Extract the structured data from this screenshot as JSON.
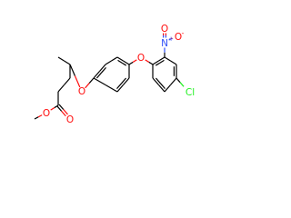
{
  "molecule": {
    "atoms": [
      {
        "id": 0,
        "label": "",
        "color": "#000000"
      },
      {
        "id": 1,
        "label": "",
        "color": "#000000"
      },
      {
        "id": 2,
        "label": "",
        "color": "#000000"
      },
      {
        "id": 3,
        "label": "",
        "color": "#000000"
      },
      {
        "id": 4,
        "label": "",
        "color": "#000000"
      },
      {
        "id": 5,
        "label": "",
        "color": "#000000"
      },
      {
        "id": 6,
        "label": "O",
        "color": "#ff0d0d"
      },
      {
        "id": 7,
        "label": "",
        "color": "#000000"
      },
      {
        "id": 8,
        "label": "",
        "color": "#000000"
      },
      {
        "id": 9,
        "label": "",
        "color": "#000000"
      },
      {
        "id": 10,
        "label": "",
        "color": "#000000"
      },
      {
        "id": 11,
        "label": "",
        "color": "#000000"
      },
      {
        "id": 12,
        "label": "",
        "color": "#000000"
      },
      {
        "id": 13,
        "label": "O",
        "color": "#ff0d0d"
      },
      {
        "id": 14,
        "label": "",
        "color": "#000000"
      },
      {
        "id": 15,
        "label": "",
        "color": "#000000"
      },
      {
        "id": 16,
        "label": "",
        "color": "#000000"
      },
      {
        "id": 17,
        "label": "",
        "color": "#000000"
      },
      {
        "id": 18,
        "label": "",
        "color": "#000000"
      },
      {
        "id": 19,
        "label": "",
        "color": "#000000"
      },
      {
        "id": 20,
        "label": "Cl",
        "color": "#1ff01f"
      },
      {
        "id": 21,
        "label": "N",
        "color": "#3050f8"
      },
      {
        "id": 22,
        "label": "O",
        "color": "#ff0d0d"
      },
      {
        "id": 23,
        "label": "O",
        "color": "#ff0d0d"
      },
      {
        "id": 24,
        "label": "O",
        "color": "#ff0d0d"
      },
      {
        "id": 25,
        "label": "O",
        "color": "#ff0d0d"
      }
    ],
    "charges": {
      "n_plus": "+",
      "o_minus": "-"
    },
    "bonds": [
      {
        "a": 0,
        "b": 1,
        "order": 1
      },
      {
        "a": 0,
        "b": 6,
        "order": 1
      },
      {
        "a": 0,
        "b": 2,
        "order": 1
      },
      {
        "a": 2,
        "b": 3,
        "order": 1
      },
      {
        "a": 3,
        "b": 4,
        "order": 1
      },
      {
        "a": 4,
        "b": 24,
        "order": 2
      },
      {
        "a": 4,
        "b": 25,
        "order": 1
      },
      {
        "a": 25,
        "b": 5,
        "order": 1
      },
      {
        "a": 6,
        "b": 7,
        "order": 1
      },
      {
        "a": 7,
        "b": 8,
        "order": 2
      },
      {
        "a": 8,
        "b": 9,
        "order": 1
      },
      {
        "a": 9,
        "b": 10,
        "order": 2
      },
      {
        "a": 10,
        "b": 11,
        "order": 1
      },
      {
        "a": 11,
        "b": 12,
        "order": 2
      },
      {
        "a": 12,
        "b": 7,
        "order": 1
      },
      {
        "a": 10,
        "b": 13,
        "order": 1
      },
      {
        "a": 13,
        "b": 14,
        "order": 1
      },
      {
        "a": 14,
        "b": 15,
        "order": 2
      },
      {
        "a": 15,
        "b": 16,
        "order": 1
      },
      {
        "a": 16,
        "b": 17,
        "order": 2
      },
      {
        "a": 17,
        "b": 18,
        "order": 1
      },
      {
        "a": 18,
        "b": 19,
        "order": 2
      },
      {
        "a": 19,
        "b": 14,
        "order": 1
      },
      {
        "a": 17,
        "b": 20,
        "order": 1
      },
      {
        "a": 15,
        "b": 21,
        "order": 1
      },
      {
        "a": 21,
        "b": 22,
        "order": 2
      },
      {
        "a": 21,
        "b": 23,
        "order": 1
      }
    ]
  }
}
